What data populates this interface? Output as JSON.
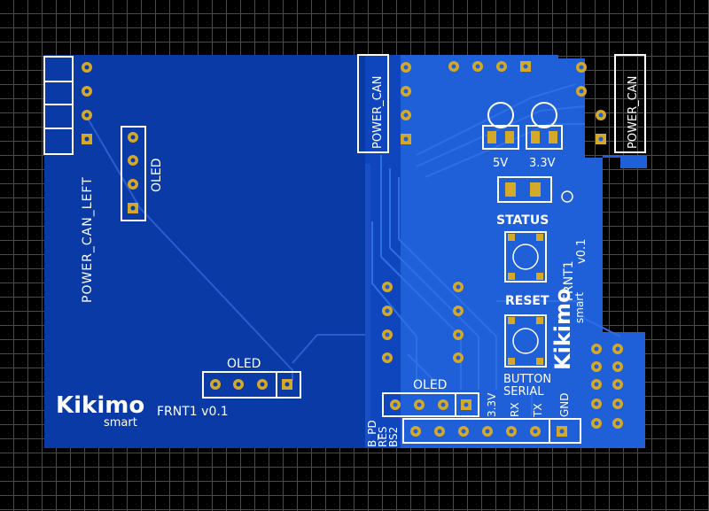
{
  "left_board": {
    "connector_label": "POWER_CAN_LEFT",
    "oled_vertical_label": "OLED",
    "oled_horizontal_label": "OLED",
    "brand": "Kikimo",
    "brand_sub": "smart",
    "version": "FRNT1  v0.1"
  },
  "right_board": {
    "can_left_label": "POWER_CAN",
    "can_right_label": "POWER_CAN",
    "led_5v": "5V",
    "led_3v3": "3.3V",
    "status": "STATUS",
    "reset": "RESET",
    "button": "BUTTON",
    "serial": "SERIAL",
    "oled": "OLED",
    "frnt_label": "FRNT1",
    "frnt_version": "v0.1",
    "brand": "Kikimo",
    "brand_sub": "smart",
    "bottom_pins": [
      "B_PD",
      "RES",
      "BS2",
      "3.3V",
      "RX",
      "TX",
      "GND"
    ]
  },
  "colors": {
    "board_dark": "#0a3aa6",
    "board_light": "#1f5fd8",
    "trace": "#2f6fe4",
    "pad_gold": "#d4a829",
    "silk": "#ffffff"
  }
}
